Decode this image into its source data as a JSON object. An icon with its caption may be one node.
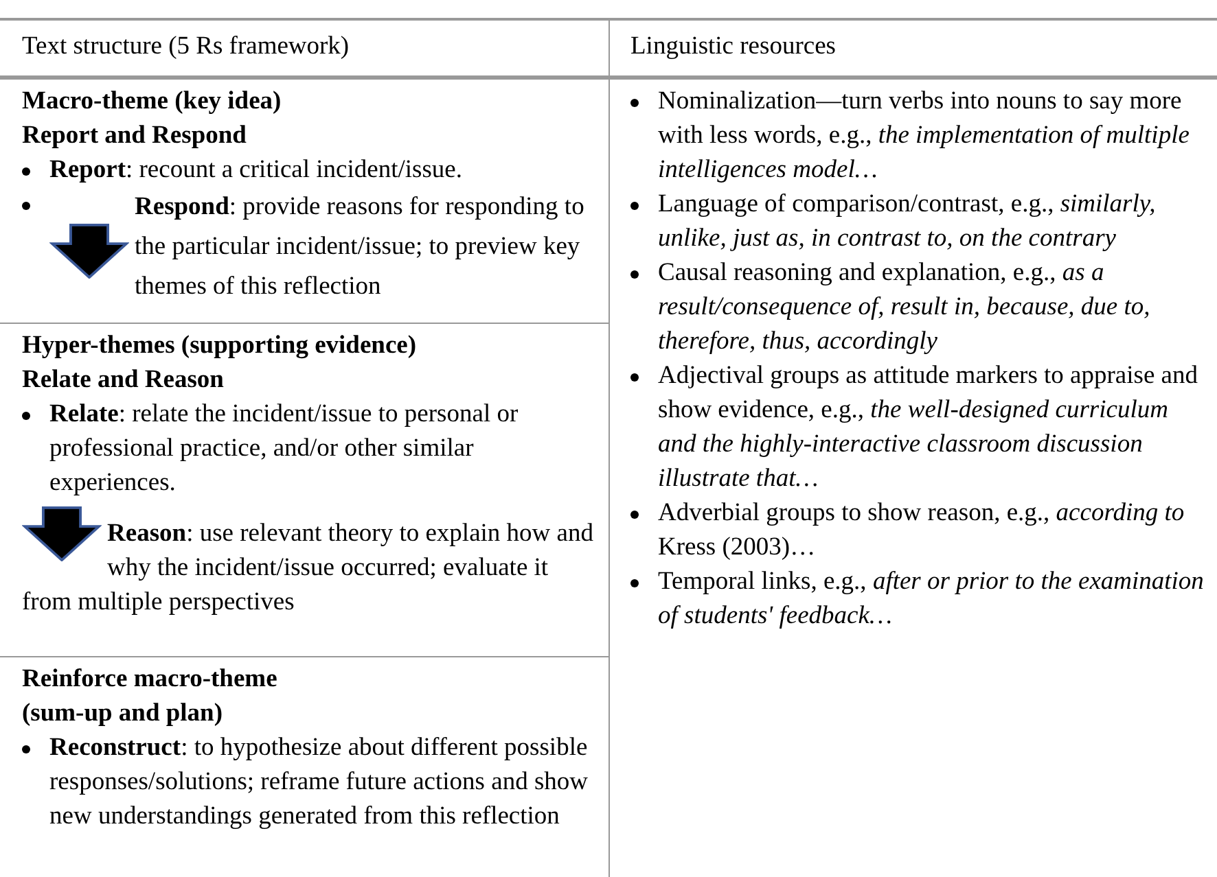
{
  "diagram": {
    "nodes": [
      {
        "text": [
          "Text structure (5 Rs framework)"
        ]
      },
      {
        "text": [
          "Linguistic resources"
        ]
      },
      {
        "text": [
          "Macro-theme (key idea)",
          "Report and Respond",
          "**Report**: recount a critical incident/issue.",
          "**Respond**: provide reasons for responding to the particular incident/issue; to preview key themes of this reflection"
        ]
      },
      {
        "text": [
          "Hyper-themes (supporting evidence)",
          "Relate and Reason",
          "**Relate**: relate the incident/issue to personal or professional practice, and/or other similar experiences.",
          "**Reason**: use relevant theory to explain how and why the incident/issue occurred; evaluate it from multiple perspectives"
        ]
      },
      {
        "text": [
          "Reinforce macro-theme",
          "(sum-up and plan)",
          "**Reconstruct**: to hypothesize about different possible responses/solutions; reframe future actions and show new understandings generated from this reflection"
        ]
      },
      {
        "text": [
          "Nominalization—turn verbs into nouns to say more with less words, e.g., *the implementation of multiple intelligences model…*",
          "Language of comparison/contrast, e.g., *similarly, unlike, just as, in contrast to, on the contrary*",
          "Causal reasoning and explanation, e.g., *as a result/consequence of, result in, because, due to, therefore, thus, accordingly*",
          "Adjectival groups as attitude markers to appraise and show evidence, e.g., *the well-designed curriculum and the highly-interactive classroom discussion illustrate that…*",
          "Adverbial groups to show reason, e.g., *according to* Kress (2003)…",
          "Temporal links, e.g., *after or prior to the examination of students' feedback…*"
        ]
      }
    ]
  }
}
